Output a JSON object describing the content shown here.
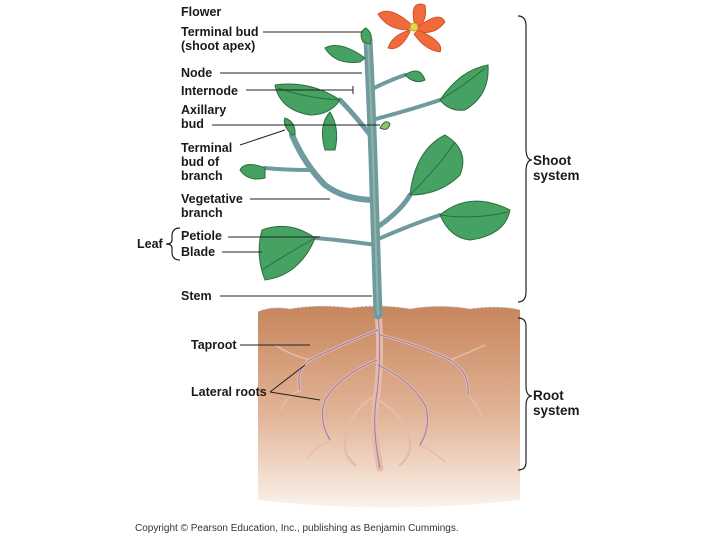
{
  "labels": {
    "flower": "Flower",
    "terminal_bud": "Terminal bud\n(shoot apex)",
    "node": "Node",
    "internode": "Internode",
    "axillary_bud": "Axillary\nbud",
    "terminal_bud_branch": "Terminal\nbud of\nbranch",
    "vegetative_branch": "Vegetative\nbranch",
    "leaf": "Leaf",
    "petiole": "Petiole",
    "blade": "Blade",
    "stem": "Stem",
    "taproot": "Taproot",
    "lateral_roots": "Lateral roots",
    "shoot_system": "Shoot\nsystem",
    "root_system": "Root\nsystem"
  },
  "copyright": "Copyright © Pearson Education, Inc., publishing as Benjamin Cummings.",
  "colors": {
    "soil_top": "#c98a62",
    "soil_bottom": "#f4e3d6",
    "stem": "#6f9aa0",
    "leaf": "#3f9a5a",
    "leaf_vein": "#2d6d3f",
    "flower": "#f26a3b",
    "root": "#e8c2b0",
    "root_vein": "#9a79b8"
  }
}
